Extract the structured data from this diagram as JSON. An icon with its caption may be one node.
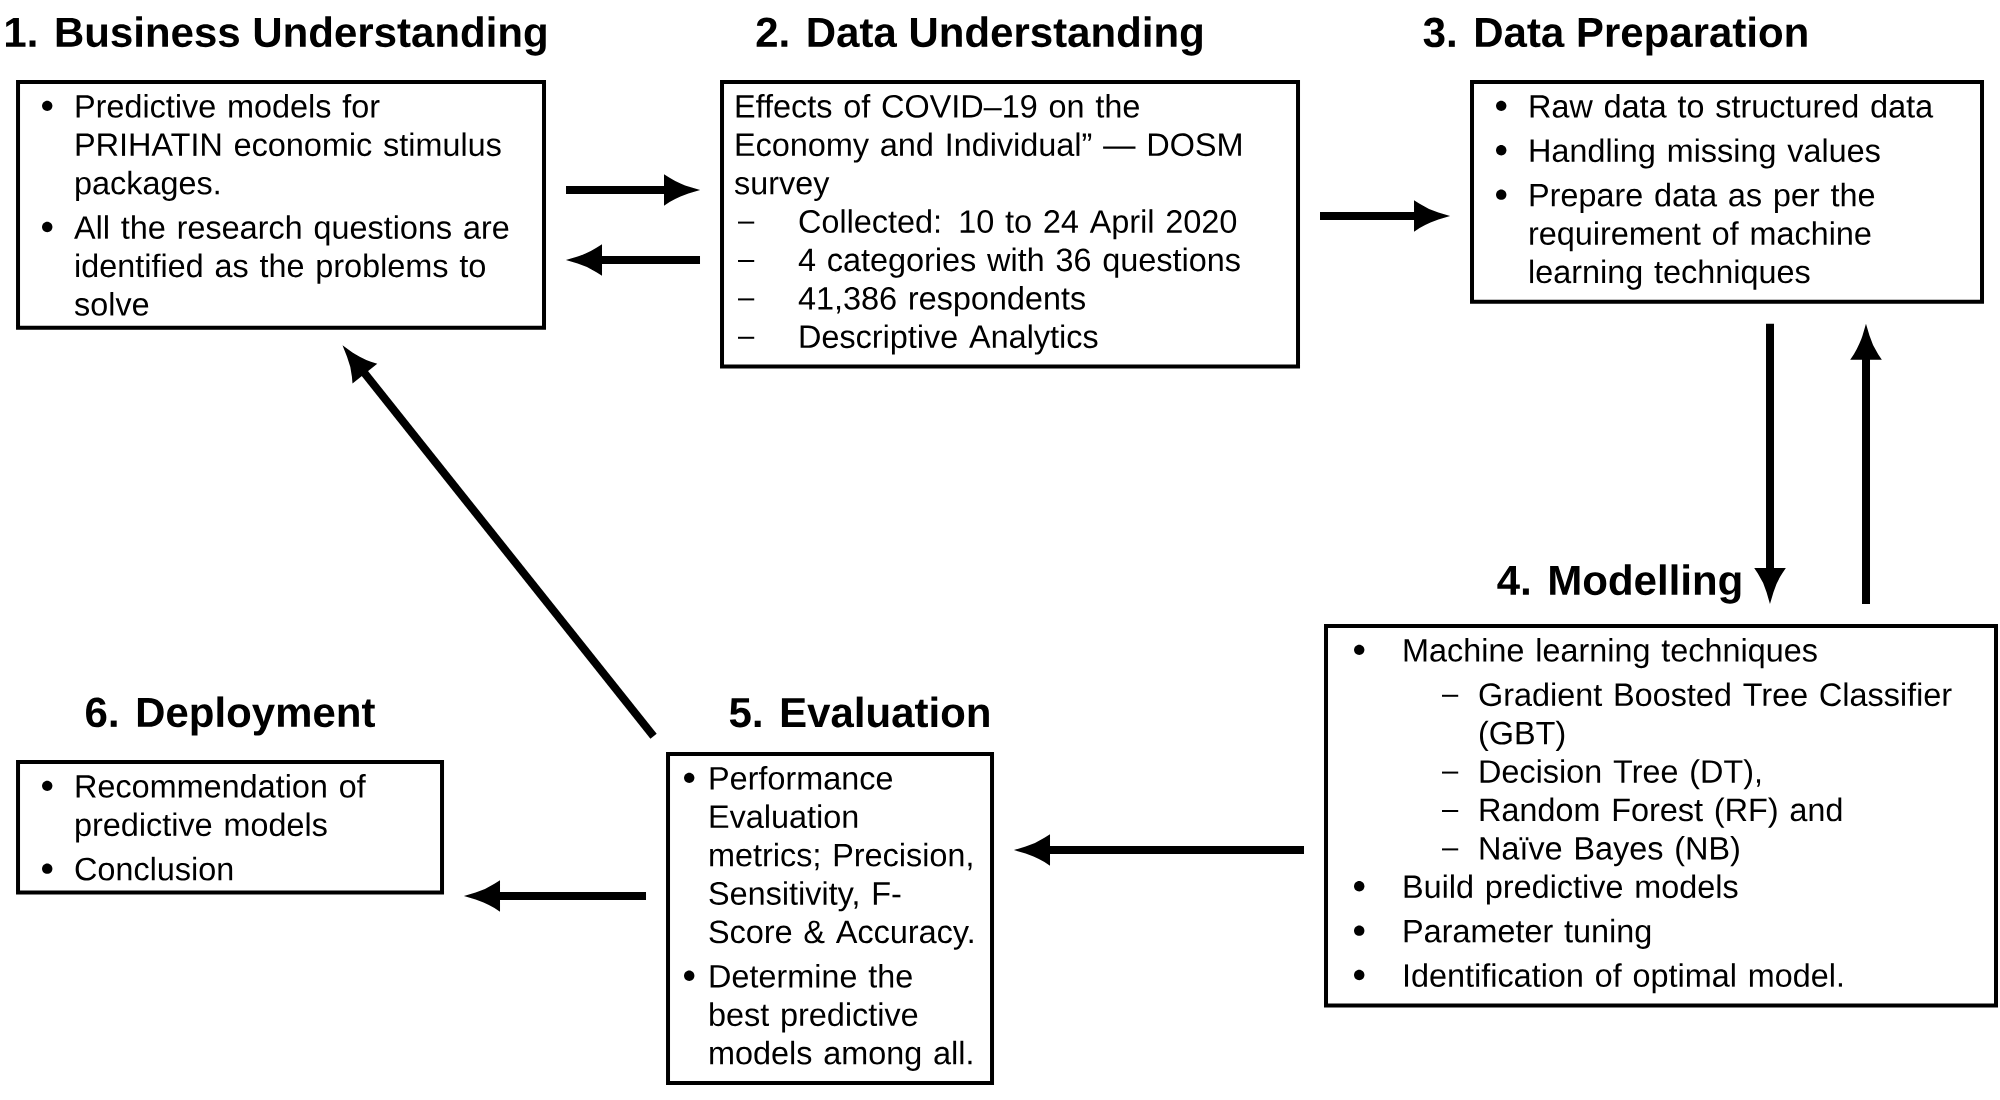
{
  "diagram": {
    "nodes": [
      {
        "text": [
          "1. Business Understanding",
          "Predictive models for PRIHATIN economic stimulus packages.",
          "All the research questions are identified as the problems to solve"
        ]
      },
      {
        "text": [
          "2. Data Understanding",
          "Effects of COVID–19 on the Economy and Individual” — DOSM survey",
          "Collected: 10 to 24 April 2020",
          "4 categories with 36 questions",
          "41,386 respondents",
          "Descriptive Analytics"
        ]
      },
      {
        "text": [
          "3. Data Preparation",
          "Raw data to structured data",
          "Handling missing values",
          "Prepare data as per the requirement of machine learning techniques"
        ]
      },
      {
        "text": [
          "4. Modelling",
          "Machine learning techniques",
          "Gradient Boosted Tree Classifier (GBT)",
          "Decision Tree (DT),",
          "Random Forest (RF) and",
          "Naïve Bayes (NB)",
          "Build predictive models",
          "Parameter tuning",
          "Identification of optimal model."
        ]
      },
      {
        "text": [
          "5. Evaluation",
          "Performance Evaluation metrics; Precision, Sensitivity, F-Score & Accuracy.",
          "Determine the best predictive models among all."
        ]
      },
      {
        "text": [
          "6. Deployment",
          "Recommendation of predictive models",
          "Conclusion"
        ]
      }
    ],
    "edges": [
      {
        "from": 0,
        "to": 1,
        "arrow": "to"
      },
      {
        "from": 1,
        "to": 0,
        "arrow": "to"
      },
      {
        "from": 1,
        "to": 2,
        "arrow": "to"
      },
      {
        "from": 2,
        "to": 3,
        "arrow": "to"
      },
      {
        "from": 3,
        "to": 2,
        "arrow": "to"
      },
      {
        "from": 3,
        "to": 4,
        "arrow": "to"
      },
      {
        "from": 4,
        "to": 0,
        "arrow": "to"
      },
      {
        "from": 4,
        "to": 5,
        "arrow": "to"
      }
    ]
  }
}
